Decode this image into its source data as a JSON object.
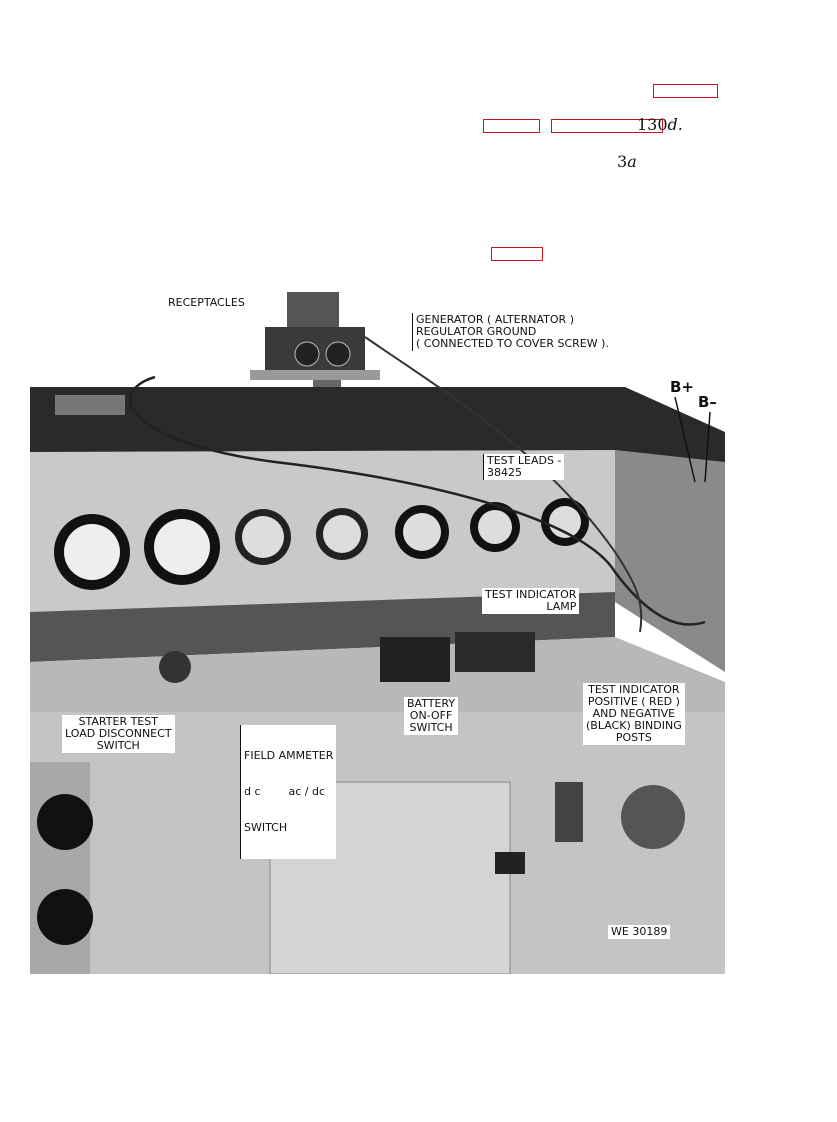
{
  "text_refs": {
    "ref1": "130",
    "ref1_suffix": "d.",
    "ref2": "3",
    "ref2_suffix": "a"
  },
  "links": [
    "link-1",
    "link-2",
    "link-3",
    "link-4"
  ],
  "figure": {
    "labels": {
      "receptacles": "RECEPTACLES",
      "ground_1": "GENERATOR ( ALTERNATOR )",
      "ground_2": "REGULATOR GROUND",
      "ground_3": "( CONNECTED TO COVER SCREW ).",
      "test_leads_1": "TEST LEADS -",
      "test_leads_2": "38425",
      "b_plus": "B+",
      "b_minus": "B–",
      "indicator_lamp_1": "TEST INDICATOR",
      "indicator_lamp_2": "LAMP",
      "starter_1": "STARTER TEST",
      "starter_2": "LOAD DISCONNECT",
      "starter_3": "SWITCH",
      "field_1": "FIELD AMMETER",
      "field_2": "d c        ac / dc",
      "field_3": "SWITCH",
      "battery_1": "BATTERY",
      "battery_2": "ON-OFF",
      "battery_3": "SWITCH",
      "posts_1": "TEST INDICATOR",
      "posts_2": "POSITIVE ( RED )",
      "posts_3": "AND NEGATIVE",
      "posts_4": "(BLACK) BINDING",
      "posts_5": "POSTS",
      "figure_id": "WE 30189"
    }
  }
}
